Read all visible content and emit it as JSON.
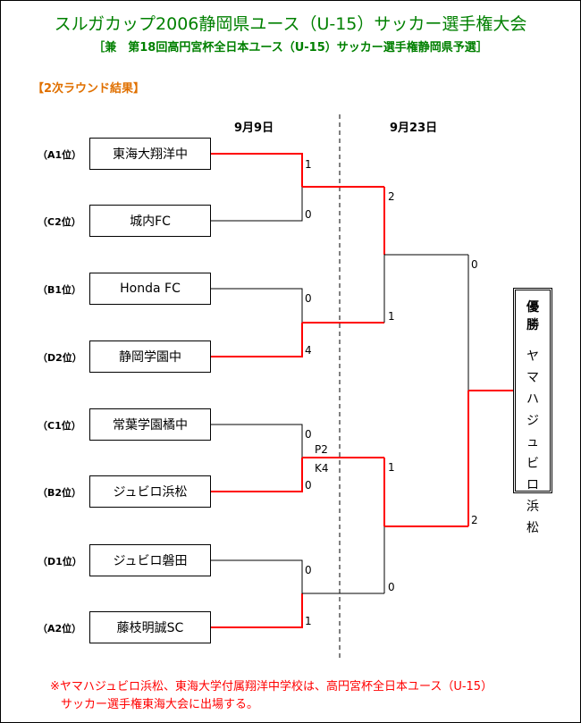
{
  "title": "スルガカップ2006静岡県ユース（U-15）サッカー選手権大会",
  "subtitle": "［兼　第18回高円宮杯全日本ユース（U-15）サッカー選手権静岡県予選］",
  "round_title": "【2次ラウンド結果】",
  "dates": {
    "round1": "9月9日",
    "round2": "9月23日"
  },
  "teams": [
    {
      "seed": "（A1位）",
      "name": "東海大翔洋中"
    },
    {
      "seed": "（C2位）",
      "name": "城内FC"
    },
    {
      "seed": "（B1位）",
      "name": "Honda FC"
    },
    {
      "seed": "（D2位）",
      "name": "静岡学園中"
    },
    {
      "seed": "（C1位）",
      "name": "常葉学園橘中"
    },
    {
      "seed": "（B2位）",
      "name": "ジュビロ浜松"
    },
    {
      "seed": "（D1位）",
      "name": "ジュビロ磐田"
    },
    {
      "seed": "（A2位）",
      "name": "藤枝明誠SC"
    }
  ],
  "scores": {
    "r1": [
      "1",
      "0",
      "0",
      "4",
      "0",
      "0",
      "0",
      "1"
    ],
    "pk": [
      "P2",
      "K4"
    ],
    "r2": [
      "2",
      "1",
      "1",
      "0"
    ],
    "final": [
      "0",
      "2"
    ]
  },
  "champion": {
    "label": [
      "優",
      "勝"
    ],
    "name": [
      "ヤ",
      "マ",
      "ハ",
      "ジ",
      "ュ",
      "ビ",
      "ロ",
      "浜",
      "松"
    ]
  },
  "notes": [
    "※ヤマハジュビロ浜松、東海大学付属翔洋中学校は、高円宮杯全日本ユース（U-15）",
    "サッカー選手権東海大会に出場する。"
  ],
  "colors": {
    "title": "#008000",
    "winner_line": "#ff0000",
    "round_title": "#e07000",
    "note": "#ff0000"
  }
}
